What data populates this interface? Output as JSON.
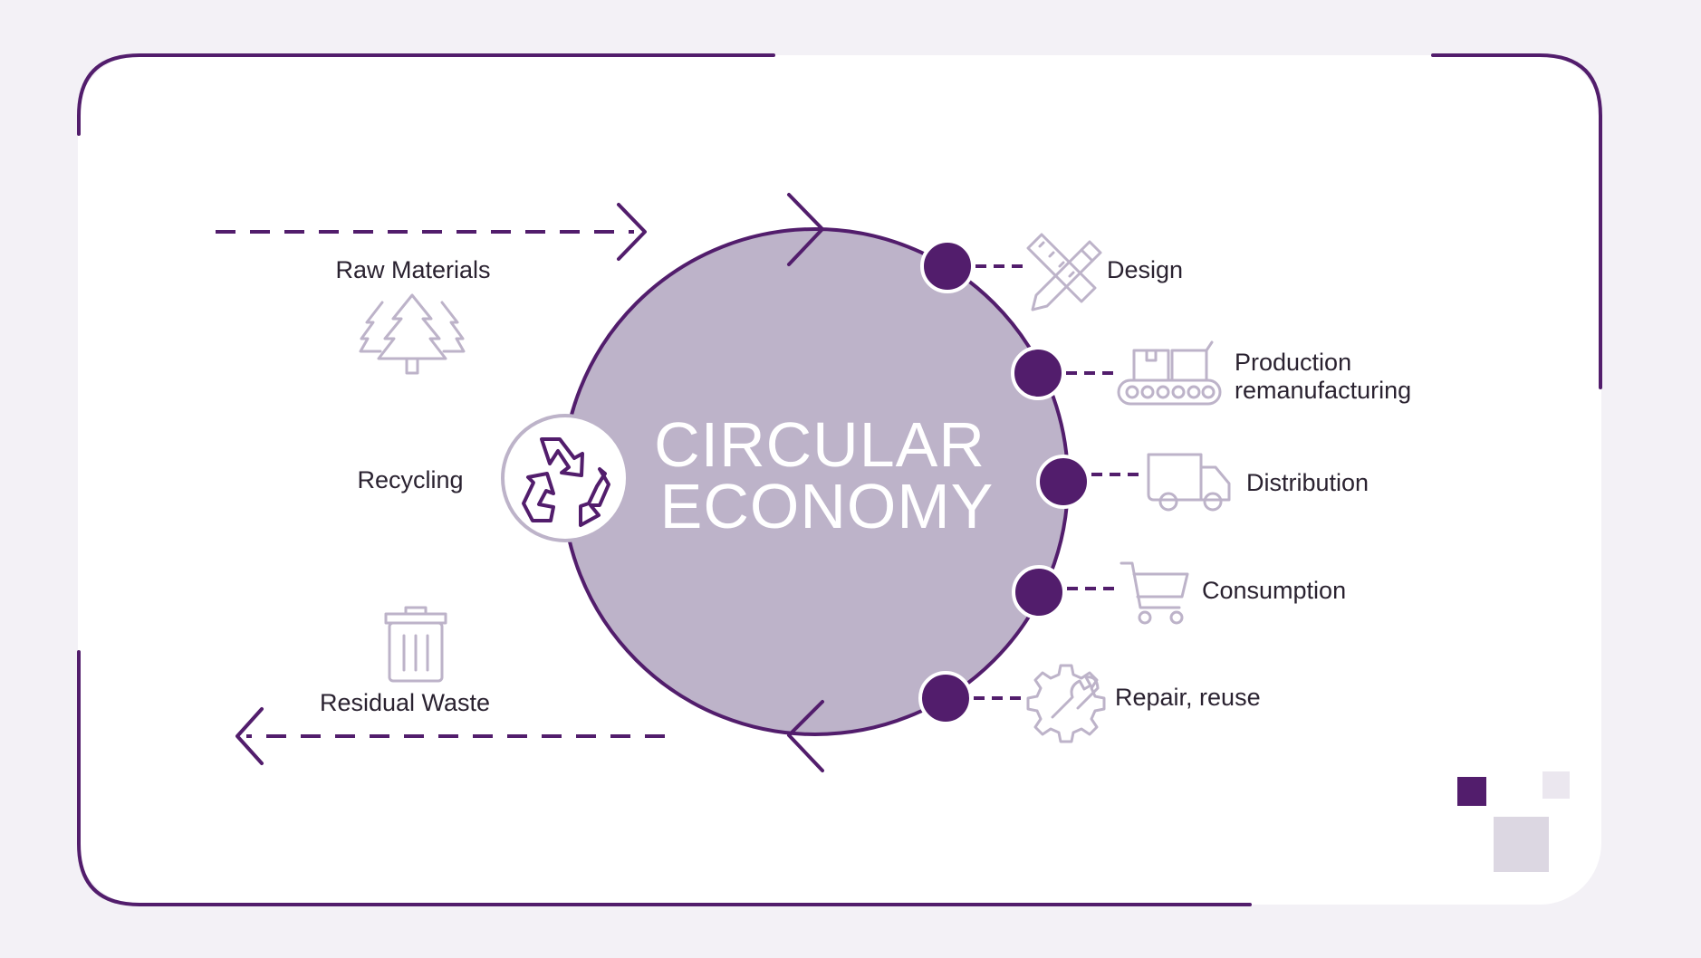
{
  "diagram": {
    "title_line1": "CIRCULAR",
    "title_line2": "ECONOMY",
    "left_labels": {
      "raw_materials": "Raw Materials",
      "recycling": "Recycling",
      "residual_waste": "Residual Waste"
    },
    "stages": [
      {
        "label": "Design",
        "icon": "ruler-pencil-icon"
      },
      {
        "label": "Production",
        "label2": "remanufacturing",
        "icon": "conveyor-belt-icon"
      },
      {
        "label": "Distribution",
        "icon": "truck-icon"
      },
      {
        "label": "Consumption",
        "icon": "shopping-cart-icon"
      },
      {
        "label": "Repair, reuse",
        "icon": "gear-wrench-icon"
      }
    ],
    "icons": {
      "raw_materials": "trees-icon",
      "recycling": "recycle-icon",
      "residual_waste": "trash-can-icon"
    }
  },
  "colors": {
    "accent": "#521d6c",
    "circle_fill": "#bdb3c9",
    "icon": "#bdb3c9",
    "background": "#f3f1f6",
    "panel": "#ffffff"
  }
}
